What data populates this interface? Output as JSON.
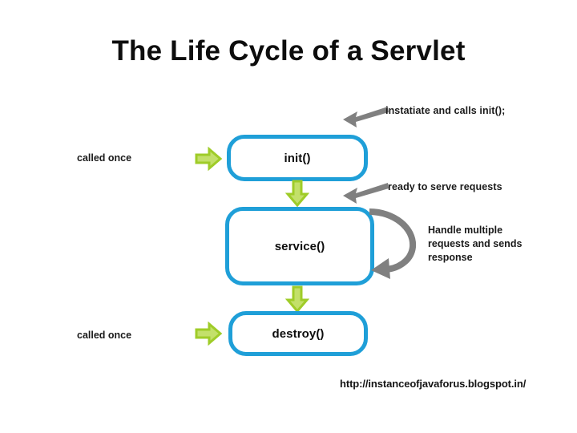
{
  "slide": {
    "title": "The Life Cycle of a Servlet",
    "background_color": "#ffffff"
  },
  "colors": {
    "box_border_blue": "#1f9fd8",
    "arrow_green_fill": "#c3e06a",
    "arrow_green_stroke": "#9fcc28",
    "arrow_gray": "#808080",
    "text_black": "#101010"
  },
  "diagram": {
    "type": "flowchart",
    "boxes": [
      {
        "id": "init",
        "label": "init()"
      },
      {
        "id": "service",
        "label": "service()"
      },
      {
        "id": "destroy",
        "label": "destroy()"
      }
    ],
    "side_labels": [
      {
        "id": "called-once-init",
        "text": "called once",
        "target": "init"
      },
      {
        "id": "called-once-destroy",
        "text": "called once",
        "target": "destroy"
      }
    ],
    "annotations": [
      {
        "id": "instantiate",
        "text": "instatiate and calls init();",
        "target": "init"
      },
      {
        "id": "ready",
        "text": "ready to serve requests",
        "target": "service"
      },
      {
        "id": "handle",
        "text": "Handle multiple requests and sends response",
        "target": "service"
      }
    ],
    "flow_arrows": [
      {
        "id": "init-to-service",
        "direction": "down",
        "from": "init",
        "to": "service"
      },
      {
        "id": "service-to-destroy",
        "direction": "down",
        "from": "service",
        "to": "destroy"
      },
      {
        "id": "enter-init",
        "direction": "right",
        "to": "init"
      },
      {
        "id": "enter-destroy",
        "direction": "right",
        "to": "destroy"
      },
      {
        "id": "service-loop",
        "direction": "loop",
        "from": "service",
        "to": "service"
      }
    ]
  },
  "footer": {
    "url": "http://instanceofjavaforus.blogspot.in/"
  },
  "icons": {
    "arrow_right": "arrow-right-icon",
    "arrow_down": "arrow-down-icon",
    "arrow_gray_left": "arrow-left-gray-icon",
    "arrow_loop": "arrow-loop-gray-icon"
  }
}
